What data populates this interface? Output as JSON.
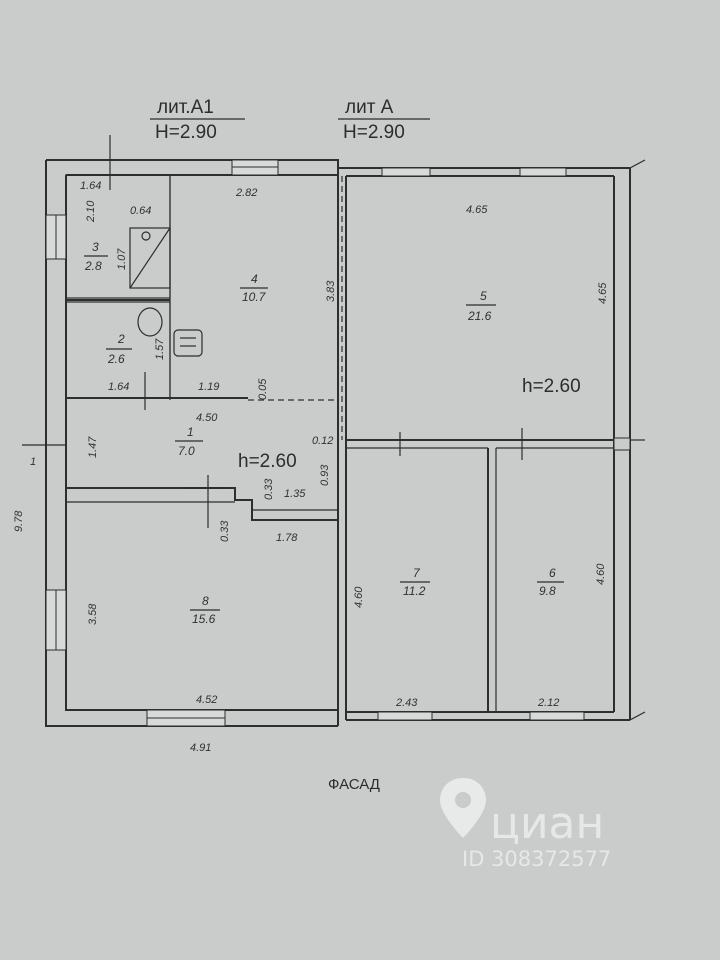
{
  "headers": {
    "lit_a1": "лит.А1",
    "lit_a1_height": "H=2.90",
    "lit_a": "лит А",
    "lit_a_height": "H=2.90"
  },
  "ceiling_heights": [
    "h=2.60",
    "h=2.60"
  ],
  "rooms": [
    {
      "number": "3",
      "area": "2.8"
    },
    {
      "number": "2",
      "area": "2.6"
    },
    {
      "number": "4",
      "area": "10.7"
    },
    {
      "number": "5",
      "area": "21.6"
    },
    {
      "number": "1",
      "area": "7.0"
    },
    {
      "number": "7",
      "area": "11.2"
    },
    {
      "number": "6",
      "area": "9.8"
    },
    {
      "number": "8",
      "area": "15.6"
    }
  ],
  "dimensions": {
    "d1_64_top": "1.64",
    "d2_10": "2.10",
    "d0_64": "0.64",
    "d1_07": "1.07",
    "d2_82": "2.82",
    "d3_83": "3.83",
    "d4_65_top": "4.65",
    "d4_65_side": "4.65",
    "d1_57": "1.57",
    "d1_64_mid": "1.64",
    "d1_19": "1.19",
    "d0_05": "0.05",
    "d4_50": "4.50",
    "d0_12": "0.12",
    "d1_47": "1.47",
    "d1_left": "1",
    "d9_78": "9.78",
    "d0_33_a": "0.33",
    "d0_93": "0.93",
    "d1_35": "1.35",
    "d0_33_b": "0.33",
    "d1_78": "1.78",
    "d3_58": "3.58",
    "d4_60_left": "4.60",
    "d4_60_right": "4.60",
    "d4_52": "4.52",
    "d2_43": "2.43",
    "d2_12": "2.12",
    "d4_91": "4.91"
  },
  "facade_label": "ФАСАД",
  "watermark": {
    "brand": "циан",
    "id": "ID 308372577"
  }
}
